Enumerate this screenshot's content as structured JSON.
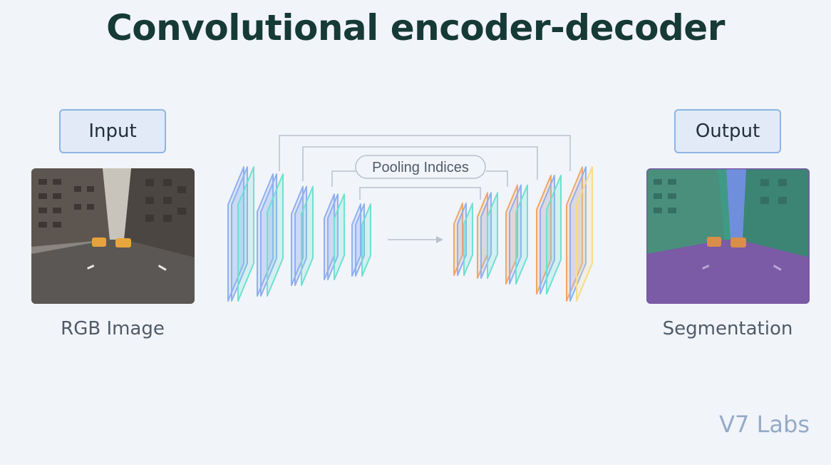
{
  "title": "Convolutional encoder-decoder",
  "input": {
    "box_label": "Input",
    "caption": "RGB Image"
  },
  "output": {
    "box_label": "Output",
    "caption": "Segmentation"
  },
  "network": {
    "pooling_label": "Pooling Indices"
  },
  "brand": "V7 Labs",
  "colors": {
    "background": "#f1f4f9",
    "title": "#163a36",
    "encoder_blue": "#8fb0f0",
    "encoder_teal": "#6fe0d0",
    "decoder_orange": "#f0a766",
    "output_yellow": "#f7dc8a",
    "seg_road": "#7b5aa6",
    "seg_buildings": "#3f9a85"
  }
}
